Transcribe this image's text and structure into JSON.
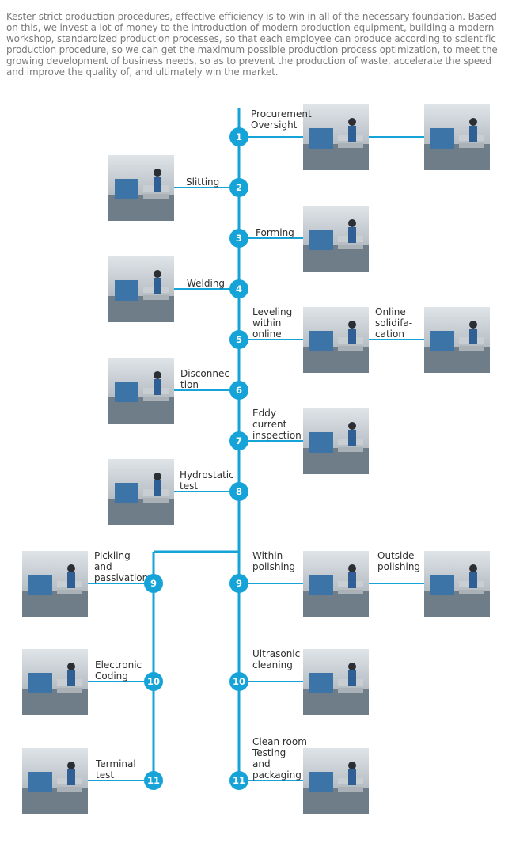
{
  "intro": "Kester strict production procedures, effective efficiency is to win in all of the necessary foundation. Based on this, we invest a lot of money to the introduction of modern production equipment, building a modern workshop, standardized production processes, so that each employee can produce according to scientific production procedure, so we can get the maximum possible production process optimization, to meet the growing development of business needs, so as to prevent the production of waste, accelerate the speed and improve the quality of, and ultimately win the market.",
  "colors": {
    "line": "#15a3d8",
    "node": "#15a3d8",
    "label": "#2e2e2e",
    "intro": "#7a7a7a"
  },
  "steps": [
    {
      "number": "1",
      "main_label": "Procurement\nOversight",
      "photo": "lab-technician-testing-photo",
      "branch_label": "",
      "branch_photo": "lab-staff-photo"
    },
    {
      "number": "2",
      "main_label": "Slitting",
      "photo": "steel-coil-slitting-photo"
    },
    {
      "number": "3",
      "main_label": "Forming",
      "photo": "tube-forming-rollers-photo"
    },
    {
      "number": "4",
      "main_label": "Welding",
      "photo": "welding-machine-photo"
    },
    {
      "number": "5",
      "main_label": "Leveling\nwithin\nonline",
      "photo": "online-leveling-photo",
      "branch_label": "Online\nsolidifa-\ncation",
      "branch_photo": "solidification-machine-photo"
    },
    {
      "number": "6",
      "main_label": "Disconnec-\ntion",
      "photo": "pipe-cutting-saw-photo"
    },
    {
      "number": "7",
      "main_label": "Eddy\ncurrent\ninspection",
      "photo": "eddy-current-booth-photo"
    },
    {
      "number": "8",
      "main_label": "Hydrostatic\ntest",
      "photo": "hydrostatic-test-photo"
    },
    {
      "number": "9",
      "main_label": "Within\npolishing",
      "photo": "pipe-bundle-photo",
      "branch_label": "Outside\npolishing",
      "branch_photo": "outside-polishing-machine-photo"
    },
    {
      "number": "10",
      "main_label": "Ultrasonic\ncleaning",
      "photo": "ultrasonic-cleaning-photo"
    },
    {
      "number": "11",
      "main_label": "Clean room\nTesting\nand\npackaging",
      "photo": "clean-room-packaging-photo"
    }
  ],
  "left_steps": [
    {
      "number": "9",
      "label": "Pickling\nand\npassivation",
      "photo": "pickling-line-photo"
    },
    {
      "number": "10",
      "label": "Electronic\nCoding",
      "photo": "coding-machine-photo"
    },
    {
      "number": "11",
      "label": "Terminal\ntest",
      "photo": "terminal-test-photo"
    }
  ]
}
